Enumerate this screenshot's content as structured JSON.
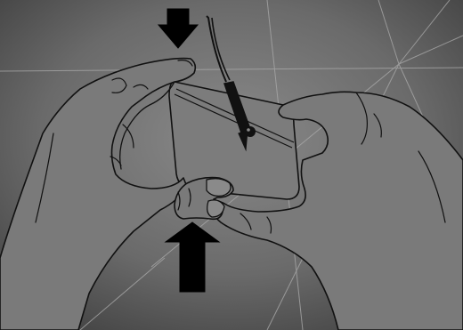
{
  "illustration": {
    "subject": "two-hands-pressing-device-with-stylus",
    "colors": {
      "background_center": "#8a8a8a",
      "background_edge": "#3a3a3a",
      "line_art": "#111111",
      "arrows": "#000000",
      "light_rays": "#a8a8a8"
    },
    "arrows": [
      {
        "direction": "down"
      },
      {
        "direction": "up"
      }
    ]
  }
}
